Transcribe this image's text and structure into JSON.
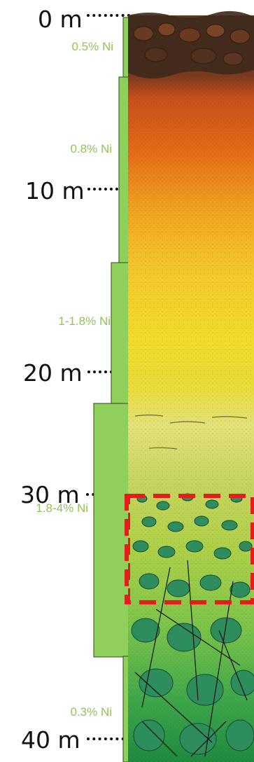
{
  "depth_markers": [
    {
      "label": "0 m"
    },
    {
      "label": "10 m"
    },
    {
      "label": "20 m"
    },
    {
      "label": "30 m"
    },
    {
      "label": "40 m"
    }
  ],
  "ni_zones": [
    {
      "label": "0.5% Ni"
    },
    {
      "label": "0.8% Ni"
    },
    {
      "label": "1-1.8% Ni"
    },
    {
      "label": "1.8-4% Ni"
    },
    {
      "label": "0.3% Ni"
    }
  ],
  "colors": {
    "bar_fill": "#8fd05c",
    "bar_stroke": "#2f4a1a",
    "ni_text": "#92c35a",
    "highlight": "#e11d1d"
  }
}
